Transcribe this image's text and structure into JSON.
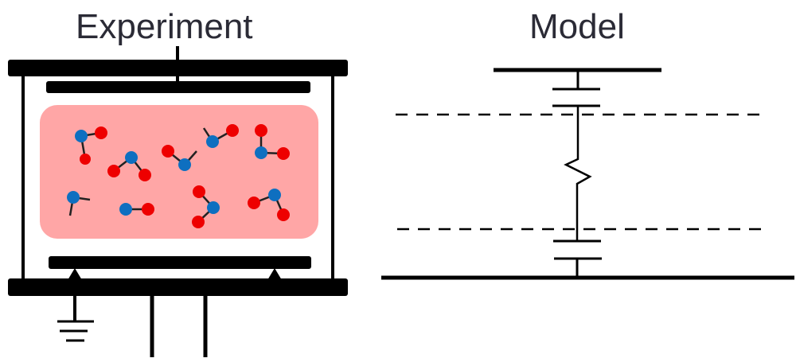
{
  "experiment": {
    "title": "Experiment",
    "colors": {
      "plasma": "#ffa6a6",
      "oxygen": "#ee0000",
      "nitrogen": "#0e6fc0",
      "frame": "#000000"
    },
    "molecules": [
      {
        "center": "N",
        "neighbors": [
          "O",
          "O"
        ]
      },
      {
        "center": "N",
        "neighbors": [
          "O",
          "O"
        ]
      },
      {
        "center": "N",
        "neighbors": [
          "O",
          "dangling"
        ]
      },
      {
        "center": "N",
        "neighbors": [
          "O",
          "dangling"
        ]
      },
      {
        "center": "N",
        "neighbors": [
          "O",
          "O"
        ]
      },
      {
        "center": "N",
        "neighbors": [
          "dangling",
          "dangling"
        ]
      },
      {
        "center": "N",
        "neighbors": [
          "O"
        ]
      },
      {
        "center": "N",
        "neighbors": [
          "O",
          "O"
        ]
      },
      {
        "center": "N",
        "neighbors": [
          "O",
          "O"
        ]
      }
    ]
  },
  "model": {
    "title": "Model",
    "components": [
      "top-electrode",
      "capacitor-top",
      "sheath-boundary-top",
      "resistor",
      "sheath-boundary-bottom",
      "capacitor-bottom",
      "bottom-electrode"
    ]
  }
}
